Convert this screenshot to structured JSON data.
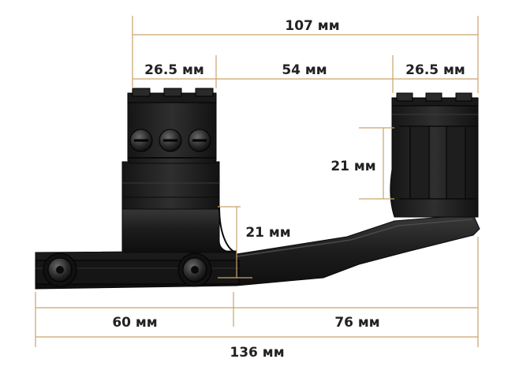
{
  "dimensions": {
    "overall_top": "107 мм",
    "ring_width_left": "26.5 мм",
    "ring_spacing": "54 мм",
    "ring_width_right": "26.5 мм",
    "ring_height": "21 мм",
    "offset_height": "21 мм",
    "base_front": "60 мм",
    "base_rear": "76 мм",
    "overall_bottom": "136 мм"
  },
  "colors": {
    "dimension_line": "#c9a36a",
    "mount_body": "#1b1b1b",
    "label_text": "#222222"
  }
}
